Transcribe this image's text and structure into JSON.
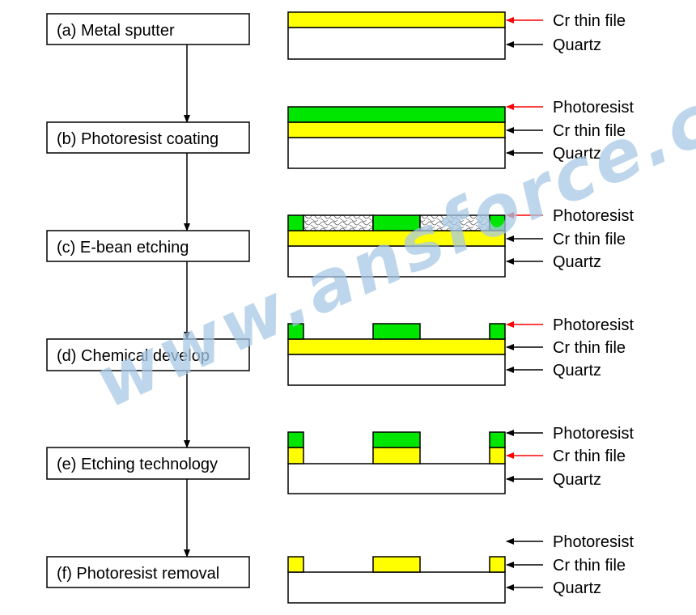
{
  "colors": {
    "cr": "#ffff00",
    "photoresist": "#00e600",
    "quartz": "#ffffff",
    "outline": "#000000",
    "arrow_black": "#000000",
    "arrow_red": "#ff0000",
    "watermark": "#a9c9e6"
  },
  "watermark": "www.ansforce.com",
  "steps": [
    {
      "label": "(a) Metal sputter",
      "layers": [
        {
          "text": "Cr thin file",
          "arrow": "red"
        },
        {
          "text": "Quartz",
          "arrow": "black"
        }
      ]
    },
    {
      "label": "(b) Photoresist coating",
      "layers": [
        {
          "text": "Photoresist",
          "arrow": "red"
        },
        {
          "text": "Cr thin file",
          "arrow": "black"
        },
        {
          "text": "Quartz",
          "arrow": "black"
        }
      ]
    },
    {
      "label": "(c) E-bean etching",
      "layers": [
        {
          "text": "Photoresist",
          "arrow": "red"
        },
        {
          "text": "Cr thin file",
          "arrow": "black"
        },
        {
          "text": "Quartz",
          "arrow": "black"
        }
      ]
    },
    {
      "label": "(d) Chemical develop",
      "layers": [
        {
          "text": "Photoresist",
          "arrow": "red"
        },
        {
          "text": "Cr thin file",
          "arrow": "black"
        },
        {
          "text": "Quartz",
          "arrow": "black"
        }
      ]
    },
    {
      "label": "(e) Etching technology",
      "layers": [
        {
          "text": "Photoresist",
          "arrow": "black"
        },
        {
          "text": "Cr thin file",
          "arrow": "red"
        },
        {
          "text": "Quartz",
          "arrow": "black"
        }
      ]
    },
    {
      "label": "(f) Photoresist removal",
      "layers": [
        {
          "text": "Photoresist",
          "arrow": "black"
        },
        {
          "text": "Cr thin file",
          "arrow": "black"
        },
        {
          "text": "Quartz",
          "arrow": "black"
        }
      ]
    }
  ]
}
